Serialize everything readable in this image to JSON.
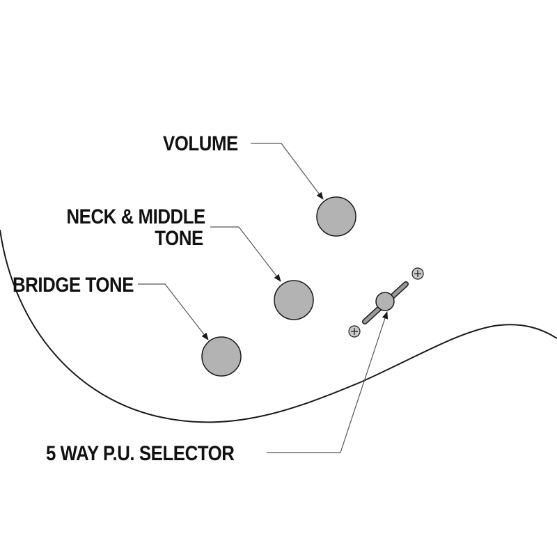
{
  "labels": {
    "volume": "VOLUME",
    "neck_middle_tone_line1": "NECK & MIDDLE",
    "neck_middle_tone_line2": "TONE",
    "bridge_tone": "BRIDGE TONE",
    "pickup_selector": "5 WAY P.U. SELECTOR"
  },
  "colors": {
    "knob_fill": "#b3b3b3",
    "outline": "#1a1a1a",
    "leader_line": "#555555",
    "text": "#111111"
  }
}
